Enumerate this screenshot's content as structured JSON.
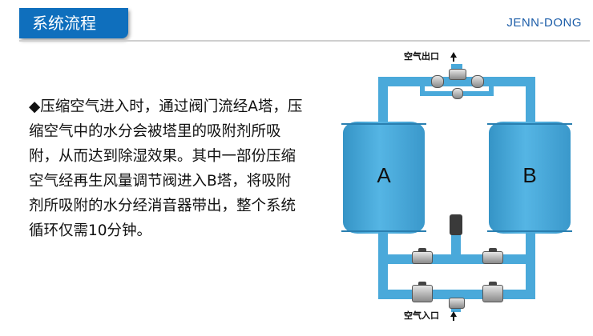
{
  "header": {
    "title": "系统流程",
    "brand": "JENN-DONG"
  },
  "description": "◆压缩空气进入时，通过阀门流经A塔，压缩空气中的水分会被塔里的吸附剂所吸附，从而达到除湿效果。其中一部份压缩空气经再生风量调节阀进入B塔，将吸附剂所吸附的水分经消音器带出，整个系统循环仅需10分钟。",
  "diagram": {
    "outlet_label": "空气出口",
    "inlet_label": "空气入口",
    "tower_a_label": "A",
    "tower_b_label": "B"
  },
  "colors": {
    "header_bg": "#0f6fbd",
    "pipe": "#4aa9da",
    "tower": "#3d9ed0",
    "brand_text": "#1c5da8"
  }
}
